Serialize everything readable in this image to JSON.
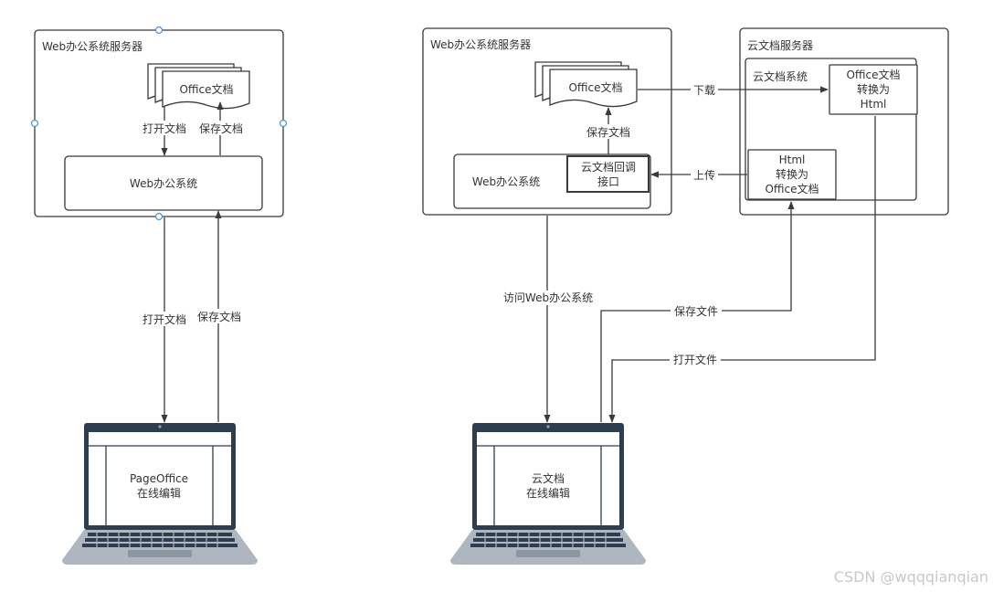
{
  "colors": {
    "stroke": "#3a3a3a",
    "text": "#333333",
    "laptop_frame": "#2e3d4f",
    "laptop_base": "#aeb7bf",
    "laptop_keys": "#2e3d4f",
    "selection_handle": "#4a90d9",
    "watermark": "#c8c8c8"
  },
  "left": {
    "server_title": "Web办公系统服务器",
    "doc_label": "Office文档",
    "arrow_open": "打开文档",
    "arrow_save": "保存文档",
    "system_label": "Web办公系统",
    "link_open": "打开文档",
    "link_save": "保存文档",
    "laptop_line1": "PageOffice",
    "laptop_line2": "在线编辑"
  },
  "right": {
    "server_title": "Web办公系统服务器",
    "doc_label": "Office文档",
    "save_label": "保存文档",
    "system_label": "Web办公系统",
    "callback_line1": "云文档回调",
    "callback_line2": "接口",
    "cloud_server_title": "云文档服务器",
    "cloud_system_title": "云文档系统",
    "convert1_line1": "Office文档",
    "convert1_line2": "转换为",
    "convert1_line3": "Html",
    "convert2_line1": "Html",
    "convert2_line2": "转换为",
    "convert2_line3": "Office文档",
    "download_label": "下载",
    "upload_label": "上传",
    "visit_label": "访问Web办公系统",
    "save_file_label": "保存文件",
    "open_file_label": "打开文件",
    "laptop_line1": "云文档",
    "laptop_line2": "在线编辑"
  },
  "watermark": "CSDN @wqqqianqian"
}
